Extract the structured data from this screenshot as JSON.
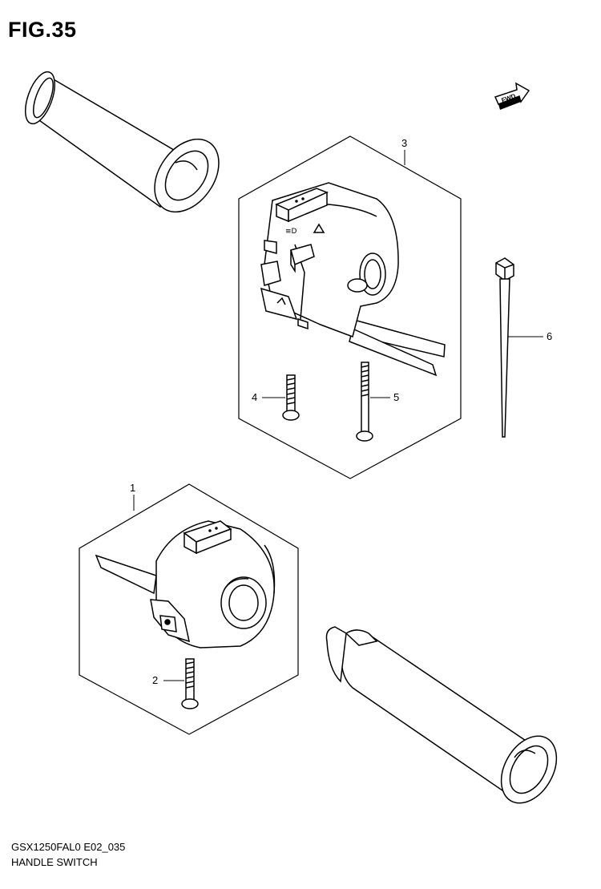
{
  "figure": {
    "title": "FIG.35",
    "fwd_label": "FWD"
  },
  "callouts": [
    "1",
    "2",
    "3",
    "4",
    "5",
    "6"
  ],
  "footer": {
    "code": "GSX1250FAL0 E02_035",
    "name": "HANDLE SWITCH"
  }
}
